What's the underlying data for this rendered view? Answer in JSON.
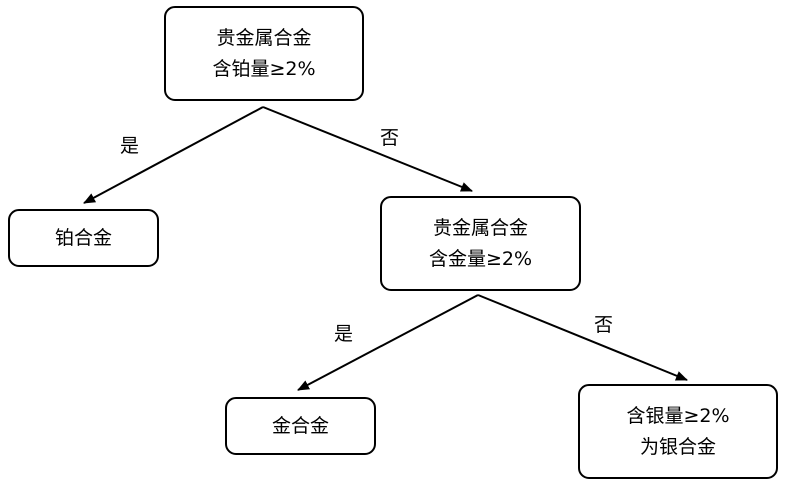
{
  "diagram": {
    "root": {
      "line1": "贵金属合金",
      "line2": "含铂量≥2%"
    },
    "platinum_alloy": {
      "label": "铂合金"
    },
    "second_test": {
      "line1": "贵金属合金",
      "line2": "含金量≥2%"
    },
    "gold_alloy": {
      "label": "金合金"
    },
    "silver_alloy": {
      "line1": "含银量≥2%",
      "line2": "为银合金"
    },
    "labels": {
      "root_yes": "是",
      "root_no": "否",
      "second_yes": "是",
      "second_no": "否"
    }
  }
}
